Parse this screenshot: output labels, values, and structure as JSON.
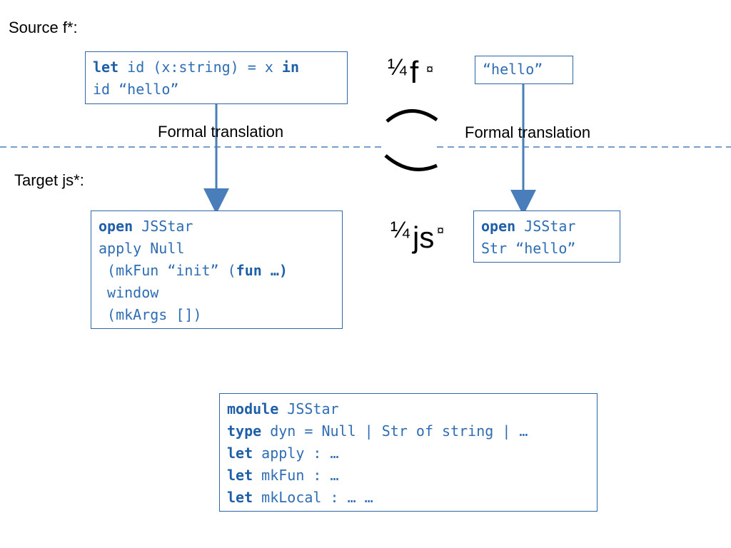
{
  "labels": {
    "source": "Source f*:",
    "target": "Target js*:",
    "translation_left": "Formal translation",
    "translation_right": "Formal translation"
  },
  "boxes": {
    "source_program": {
      "lines": [
        [
          {
            "t": "let",
            "kw": true
          },
          {
            "t": " id (x:string) = x "
          },
          {
            "t": "in",
            "kw": true
          }
        ],
        [
          {
            "t": "id “hello”"
          }
        ]
      ]
    },
    "source_value": {
      "lines": [
        [
          {
            "t": "“hello”"
          }
        ]
      ]
    },
    "target_program": {
      "lines": [
        [
          {
            "t": "open",
            "kw": true
          },
          {
            "t": " JSStar"
          }
        ],
        [
          {
            "t": "apply Null"
          }
        ],
        [
          {
            "t": " (mkFun “init” ("
          },
          {
            "t": "fun …)",
            "kw": true
          }
        ],
        [
          {
            "t": " window"
          }
        ],
        [
          {
            "t": " (mkArgs [])"
          }
        ]
      ]
    },
    "target_value": {
      "lines": [
        [
          {
            "t": "open",
            "kw": true
          },
          {
            "t": " JSStar"
          }
        ],
        [
          {
            "t": "Str “hello”"
          }
        ]
      ]
    },
    "module_def": {
      "lines": [
        [
          {
            "t": "module",
            "kw": true
          },
          {
            "t": " JSStar"
          }
        ],
        [
          {
            "t": "type",
            "kw": true
          },
          {
            "t": " dyn = Null | Str of string | …"
          }
        ],
        [
          {
            "t": "let",
            "kw": true
          },
          {
            "t": " apply : …"
          }
        ],
        [
          {
            "t": "let",
            "kw": true
          },
          {
            "t": " mkFun : …"
          }
        ],
        [
          {
            "t": "let",
            "kw": true
          },
          {
            "t": " mkLocal : … …"
          }
        ]
      ]
    }
  },
  "relations": {
    "f_frac": "¼",
    "f_letter": "f",
    "f_mark": "¤",
    "js_frac": "¼",
    "js_letter": "js",
    "js_mark": "¤"
  },
  "colors": {
    "box_border": "#2e66a8",
    "code_text": "#2e6db4",
    "arrow": "#4a7ebb",
    "dashed_line": "#4a7ebb"
  }
}
